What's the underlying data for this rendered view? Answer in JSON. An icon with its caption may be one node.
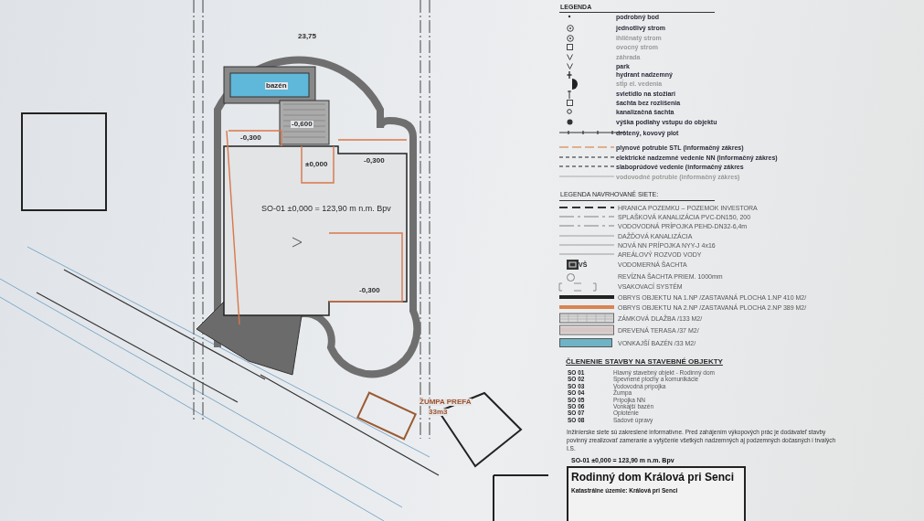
{
  "diagram": {
    "labels": [
      "23,75",
      "bazén",
      "-0,300",
      "-0,600",
      "-0,300",
      "±0,000",
      "SO-01 ±0,000 = 123,90 m n.m. Bpv",
      "-0,300",
      "ŽUMPA PREFA",
      "33m3",
      "LEGENDA",
      "LEGENDA NAVRHOVANÉ SIETE:",
      "VŠ",
      "ČLENENIE STAVBY NA STAVEBNÉ OBJEKTY",
      "SO 01",
      "Hlavný stavebný objekt - Rodinný dom",
      "SO 02",
      "Spevnené plochy a komunikácie",
      "SO 03",
      "Vodovodná prípojka",
      "SO 04",
      "Žumpa",
      "SO 05",
      "Prípojka NN",
      "SO 06",
      "Vonkajší bazén",
      "SO 07",
      "Oplotenie",
      "SO 08",
      "Sadové úpravy",
      "Inžinierske siete sú zakreslené informatívne. Pred zahájením výkopových prác je dodávateľ stavby povinný zrealizovať zameranie a vytýčenie všetkých nadzemných aj podzemných dočasných i trvalých I.S.",
      "SO-01 ±0,000 = 123,90 m n.m. Bpv",
      "Rodinný dom Králová pri Senci",
      "Katastrálne územie: Králová pri Senci"
    ],
    "legend": [
      {
        "text": "podrobný bod"
      },
      {
        "text": "jednotlivý strom"
      },
      {
        "text": "ihličnatý strom"
      },
      {
        "text": "ovocný strom"
      },
      {
        "text": "záhrada"
      },
      {
        "text": "park"
      },
      {
        "text": "hydrant nadzemný"
      },
      {
        "text": "stĺp el. vedenia"
      },
      {
        "text": "svietidlo na stožiari"
      },
      {
        "text": "šachta bez rozlíšenia"
      },
      {
        "text": "kanalizačná šachta"
      },
      {
        "text": "výška podlahy vstupu do objektu"
      },
      {
        "text": "drôtený, kovový plot"
      },
      {
        "text": "plynové potrubie STL (informačný zákres)"
      },
      {
        "text": "elektrické nadzemné vedenie NN (informačný zákres)"
      },
      {
        "text": "slaboprúdové vedenie (informačný zákres"
      },
      {
        "text": "vodovodné potrubie (informačný zákres)"
      },
      {
        "text": "HRANICA POZEMKU – POZEMOK INVESTORA"
      },
      {
        "text": "SPLAŠKOVÁ KANALIZÁCIA PVC-DN150, 200"
      },
      {
        "text": "VODOVODNÁ PRÍPOJKA PEHD-DN32-6,4m"
      },
      {
        "text": "DAŽĎOVÁ KANALIZÁCIA"
      },
      {
        "text": "NOVÁ NN PRÍPOJKA NYY-J 4x16"
      },
      {
        "text": "AREÁLOVÝ ROZVOD VODY"
      },
      {
        "text": "VODOMERNÁ ŠACHTA"
      },
      {
        "text": "REVÍZNA ŠACHTA PRIEM. 1000mm"
      },
      {
        "text": "VSAKOVACÍ SYSTÉM"
      },
      {
        "text": "OBRYS OBJEKTU NA 1.NP /ZASTAVANÁ PLOCHA 1.NP 410 M2/"
      },
      {
        "text": "OBRYS OBJEKTU NA 2.NP /ZASTAVANÁ PLOCHA 2.NP 389 M2/"
      },
      {
        "text": "ZÁMKOVÁ DLAŽBA /133 M2/"
      },
      {
        "text": "DREVENÁ TERASA /37 M2/"
      },
      {
        "text": "VONKAJŠÍ BAZÉN /33 M2/",
        "color": "#6fb3c6"
      }
    ]
  }
}
